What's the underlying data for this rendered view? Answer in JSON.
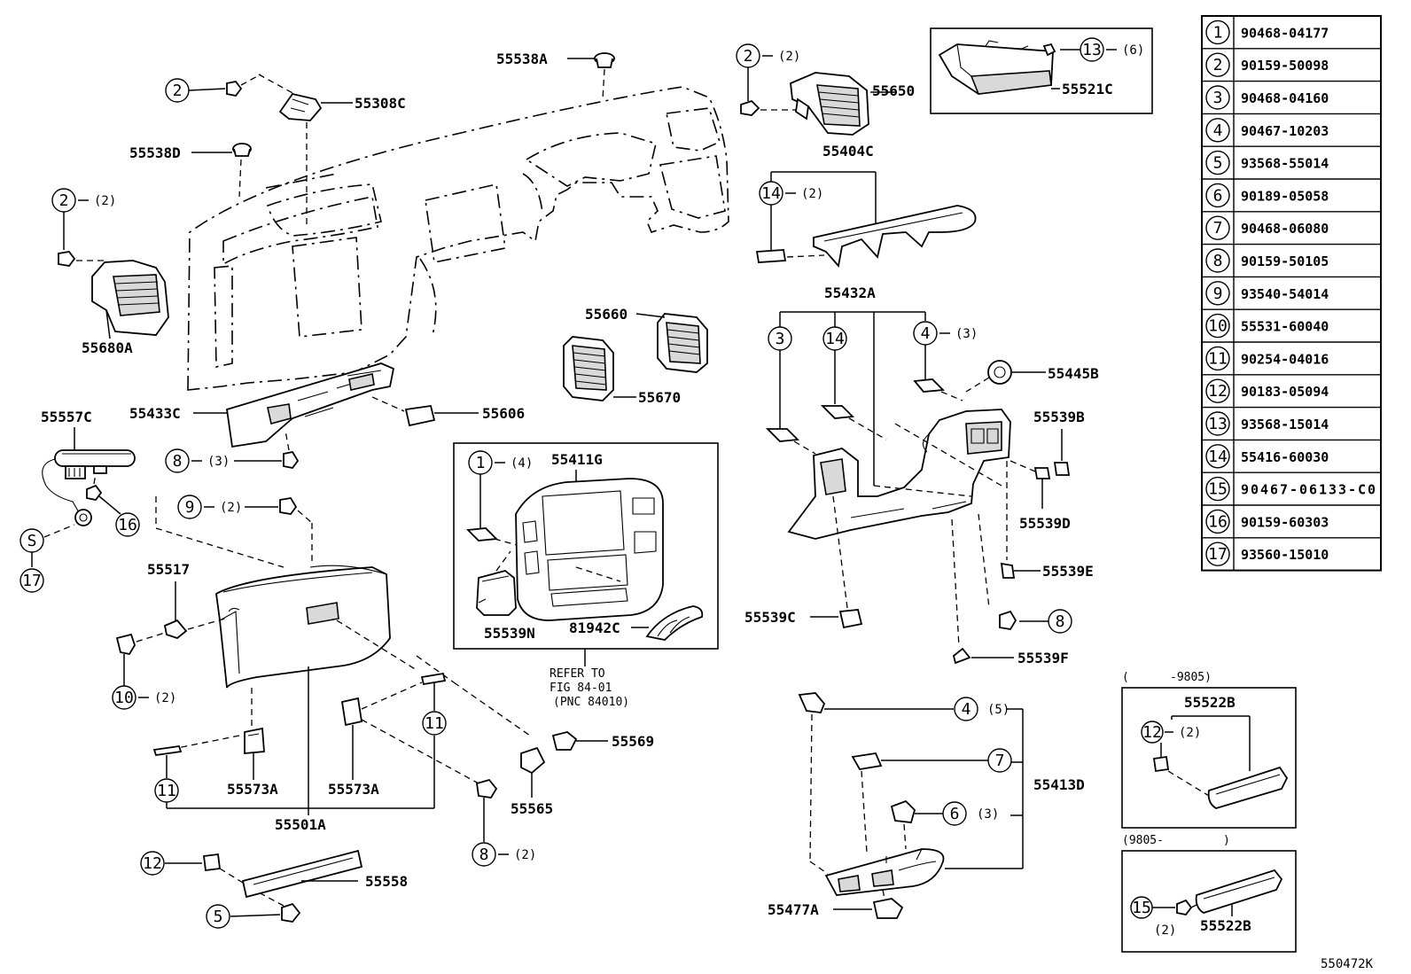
{
  "parts": {
    "p55538A": "55538A",
    "p55308C": "55308C",
    "p55538D": "55538D",
    "p55680A": "55680A",
    "p55650": "55650",
    "p55521C": "55521C",
    "p55404C": "55404C",
    "p55660": "55660",
    "p55670": "55670",
    "p55432A": "55432A",
    "p55445B": "55445B",
    "p55539B": "55539B",
    "p55539D": "55539D",
    "p55539E": "55539E",
    "p55539C": "55539C",
    "p55539F": "55539F",
    "p55433C": "55433C",
    "p55606": "55606",
    "p55557C": "55557C",
    "p55411G": "55411G",
    "p55539N": "55539N",
    "p81942C": "81942C",
    "p55517": "55517",
    "p55569": "55569",
    "p55565": "55565",
    "p55573A_1": "55573A",
    "p55573A_2": "55573A",
    "p55501A": "55501A",
    "p55558": "55558",
    "p55413D": "55413D",
    "p55477A": "55477A",
    "p55522B_1": "55522B",
    "p55522B_2": "55522B"
  },
  "qty": {
    "q2_a": "(2)",
    "q2_b": "(2)",
    "q13": "(6)",
    "q14_a": "(2)",
    "q4_a": "(3)",
    "q1": "(4)",
    "q8_a": "(3)",
    "q9": "(2)",
    "q10": "(2)",
    "q8_b": "(2)",
    "q4_b": "(5)",
    "q6": "(3)",
    "q12": "(2)",
    "q15": "(2)"
  },
  "callouts": {
    "c1": "1",
    "c2a": "2",
    "c2b": "2",
    "c2c": "2",
    "c3": "3",
    "c4a": "4",
    "c4b": "4",
    "c5": "5",
    "c6": "6",
    "c7": "7",
    "c8a": "8",
    "c8b": "8",
    "c8c": "8",
    "c9": "9",
    "c10": "10",
    "c11a": "11",
    "c11b": "11",
    "c12a": "12",
    "c12b": "12",
    "c13": "13",
    "c14a": "14",
    "c14b": "14",
    "c15": "15",
    "c16": "16",
    "c17": "17",
    "cS": "S"
  },
  "reference": {
    "line1": "REFER TO",
    "line2": "FIG 84-01",
    "line3": "(PNC 84010)"
  },
  "date_notes": {
    "range_a_start": "(",
    "range_a_end": "-9805)",
    "range_b_start": "(9805-",
    "range_b_end": ")"
  },
  "parts_table": [
    {
      "num": "1",
      "pn": "90468-04177"
    },
    {
      "num": "2",
      "pn": "90159-50098"
    },
    {
      "num": "3",
      "pn": "90468-04160"
    },
    {
      "num": "4",
      "pn": "90467-10203"
    },
    {
      "num": "5",
      "pn": "93568-55014"
    },
    {
      "num": "6",
      "pn": "90189-05058"
    },
    {
      "num": "7",
      "pn": "90468-06080"
    },
    {
      "num": "8",
      "pn": "90159-50105"
    },
    {
      "num": "9",
      "pn": "93540-54014"
    },
    {
      "num": "10",
      "pn": "55531-60040"
    },
    {
      "num": "11",
      "pn": "90254-04016"
    },
    {
      "num": "12",
      "pn": "90183-05094"
    },
    {
      "num": "13",
      "pn": "93568-15014"
    },
    {
      "num": "14",
      "pn": "55416-60030"
    },
    {
      "num": "15",
      "pn": "90467-06133-C0"
    },
    {
      "num": "16",
      "pn": "90159-60303"
    },
    {
      "num": "17",
      "pn": "93560-15010"
    }
  ],
  "drawing_code": "550472K"
}
